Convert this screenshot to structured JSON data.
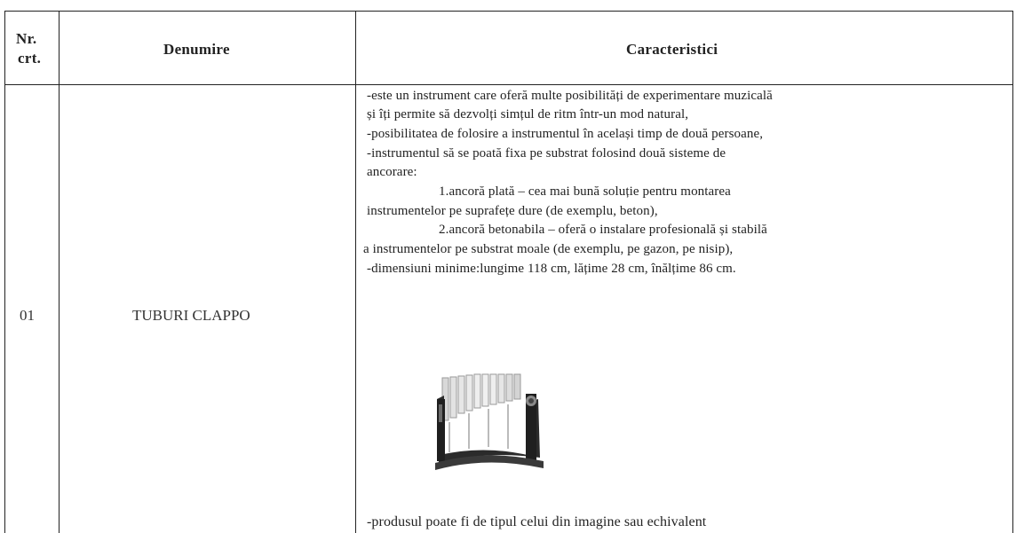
{
  "table": {
    "headers": {
      "nr": [
        "Nr.",
        "crt."
      ],
      "denumire": "Denumire",
      "caracteristici": "Caracteristici"
    },
    "rows": [
      {
        "nr": "01",
        "denumire": "TUBURI CLAPPO",
        "caracteristici": [
          "-este un instrument care oferă multe posibilități de experimentare muzicală",
          "și îți permite să dezvolți simțul de ritm într-un mod natural,",
          "-posibilitatea de folosire a instrumentul  în același timp de două persoane,",
          "-instrumentul să se poată  fixa pe substrat folosind două sisteme de",
          "ancorare:",
          "1.ancoră plată – cea mai bună soluție pentru montarea",
          "instrumentelor pe suprafețe dure (de exemplu, beton),",
          "2.ancoră betonabila – oferă o instalare profesională și stabilă",
          "a instrumentelor pe substrat moale (de exemplu, pe gazon, pe nisip),",
          "-dimensiuni minime:lungime 118 cm, lățime 28 cm, înălțime 86 cm."
        ],
        "footer_note": "-produsul poate fi de tipul celui din imagine sau echivalent",
        "image_icon": "clappo-tubes-instrument-photo"
      }
    ]
  }
}
